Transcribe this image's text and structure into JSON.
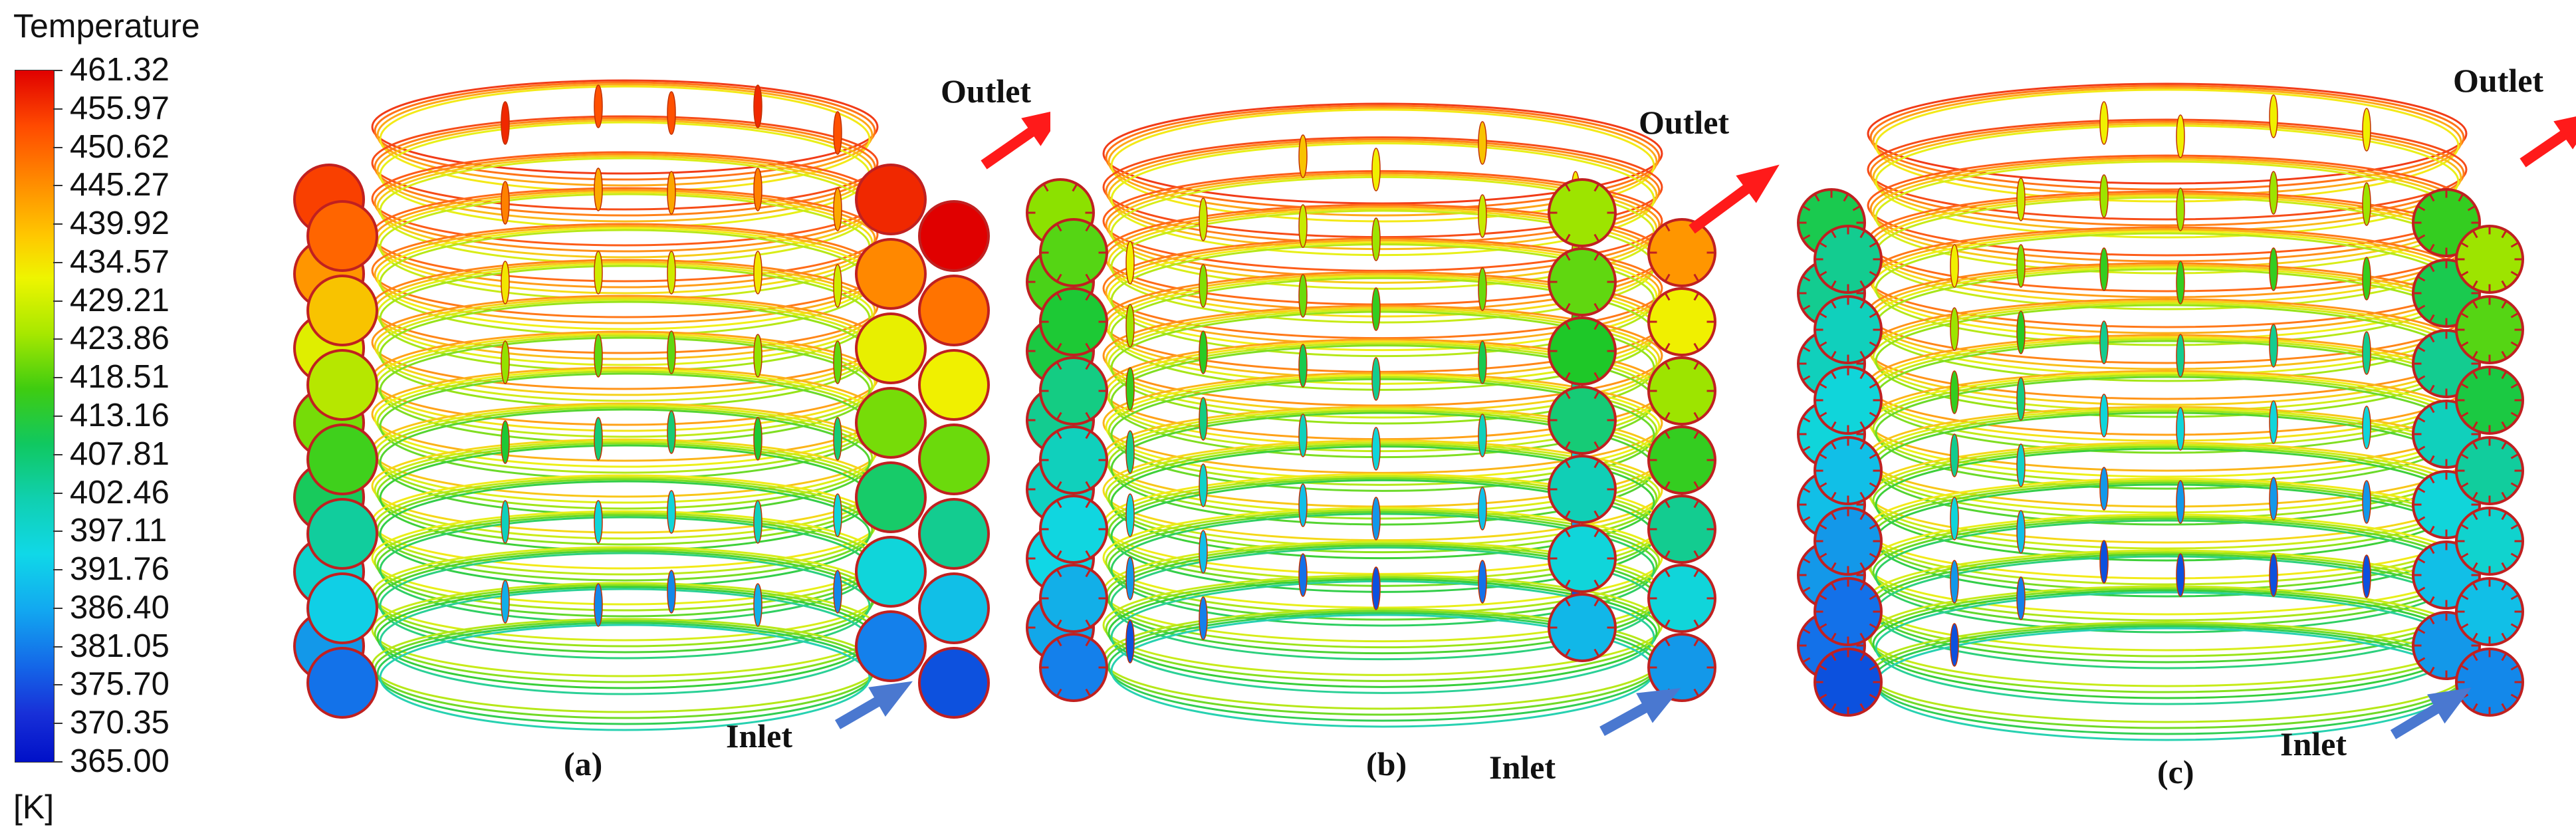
{
  "legend": {
    "title": "Temperature",
    "unit": "[K]",
    "ticks": [
      "461.32",
      "455.97",
      "450.62",
      "445.27",
      "439.92",
      "434.57",
      "429.21",
      "423.86",
      "418.51",
      "413.16",
      "407.81",
      "402.46",
      "397.11",
      "391.76",
      "386.40",
      "381.05",
      "375.70",
      "370.35",
      "365.00"
    ]
  },
  "panels": [
    {
      "label": "(a)",
      "outlet": "Outlet",
      "inlet": "Inlet",
      "fins": "none"
    },
    {
      "label": "(b)",
      "outlet": "Outlet",
      "inlet": "Inlet",
      "fins": "some"
    },
    {
      "label": "(c)",
      "outlet": "Outlet",
      "inlet": "Inlet",
      "fins": "many"
    }
  ],
  "colors": {
    "outlet_arrow": "#ff1a1a",
    "inlet_arrow": "#4a78d0",
    "hot": "#e02000",
    "cold": "#0010c8"
  }
}
